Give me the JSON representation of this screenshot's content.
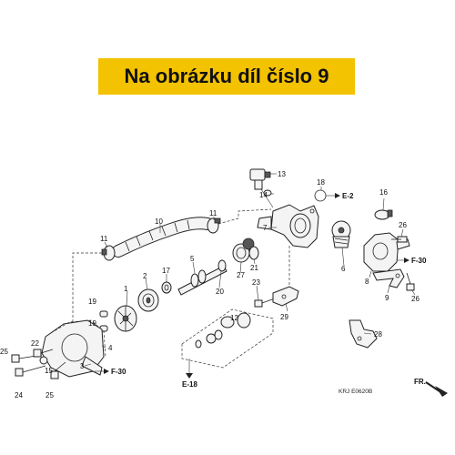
{
  "banner": {
    "text": "Na obrázku díl číslo 9",
    "color": "#f3c200"
  },
  "labels": [
    "1",
    "2",
    "3",
    "4",
    "5",
    "6",
    "7",
    "8",
    "9",
    "10",
    "11",
    "11",
    "12",
    "13",
    "14",
    "15",
    "16",
    "17",
    "18",
    "19",
    "19",
    "20",
    "21",
    "22",
    "23",
    "24",
    "25",
    "25",
    "26",
    "26",
    "27",
    "28",
    "29"
  ],
  "refs": {
    "e2": "E-2",
    "f30a": "F-30",
    "f30b": "F-30",
    "e18": "E-18"
  },
  "diagram_code": "KRJ E0620B",
  "fr_label": "FR."
}
